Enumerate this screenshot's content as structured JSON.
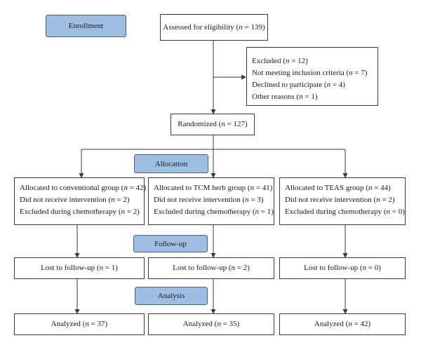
{
  "stages": {
    "enrollment": "Enrollment",
    "allocation": "Allocation",
    "follow_up": "Follow-up",
    "analysis": "Analysis"
  },
  "assessed": {
    "pre": "Assessed for eligibility (",
    "n": "n",
    "post": " = 139)"
  },
  "excluded": [
    {
      "pre": "Excluded (",
      "n": "n",
      "post": " = 12)"
    },
    {
      "pre": "Not meeting inclusion criteria (",
      "n": "n",
      "post": " = 7)"
    },
    {
      "pre": "Declined to participate (",
      "n": "n",
      "post": " = 4)"
    },
    {
      "pre": "Other reasons (",
      "n": "n",
      "post": " = 1)"
    }
  ],
  "randomized": {
    "pre": "Randomized (",
    "n": "n",
    "post": " = 127)"
  },
  "groups": [
    {
      "allocation": [
        {
          "pre": "Allocated to conventional group (",
          "n": "n",
          "post": " = 42)"
        },
        {
          "pre": "Did not receive intervention (",
          "n": "n",
          "post": " = 2)"
        },
        {
          "pre": "Excluded during chemotherapy (",
          "n": "n",
          "post": " = 2)"
        }
      ],
      "followup": {
        "pre": "Lost to follow-up (",
        "n": "n",
        "post": " = 1)"
      },
      "analysis": {
        "pre": "Analyzed (",
        "n": "n",
        "post": " = 37)"
      }
    },
    {
      "allocation": [
        {
          "pre": "Allocated to TCM herb group (",
          "n": "n",
          "post": " = 41)"
        },
        {
          "pre": "Did not receive intervention (",
          "n": "n",
          "post": " = 3)"
        },
        {
          "pre": "Excluded during chemotherapy (",
          "n": "n",
          "post": " = 1)"
        }
      ],
      "followup": {
        "pre": "Lost to follow-up (",
        "n": "n",
        "post": " = 2)"
      },
      "analysis": {
        "pre": "Analyzed (",
        "n": "n",
        "post": " = 35)"
      }
    },
    {
      "allocation": [
        {
          "pre": "Allocated to TEAS group (",
          "n": "n",
          "post": " = 44)"
        },
        {
          "pre": "Did not receive intervention (",
          "n": "n",
          "post": " = 2)"
        },
        {
          "pre": "Excluded during chemotherapy (",
          "n": "n",
          "post": " = 0)"
        }
      ],
      "followup": {
        "pre": "Lost to follow-up (",
        "n": "n",
        "post": " = 0)"
      },
      "analysis": {
        "pre": "Analyzed (",
        "n": "n",
        "post": " = 42)"
      }
    }
  ],
  "colors": {
    "stage_fill": "#9dbfe3",
    "line": "#3a3a3a"
  }
}
